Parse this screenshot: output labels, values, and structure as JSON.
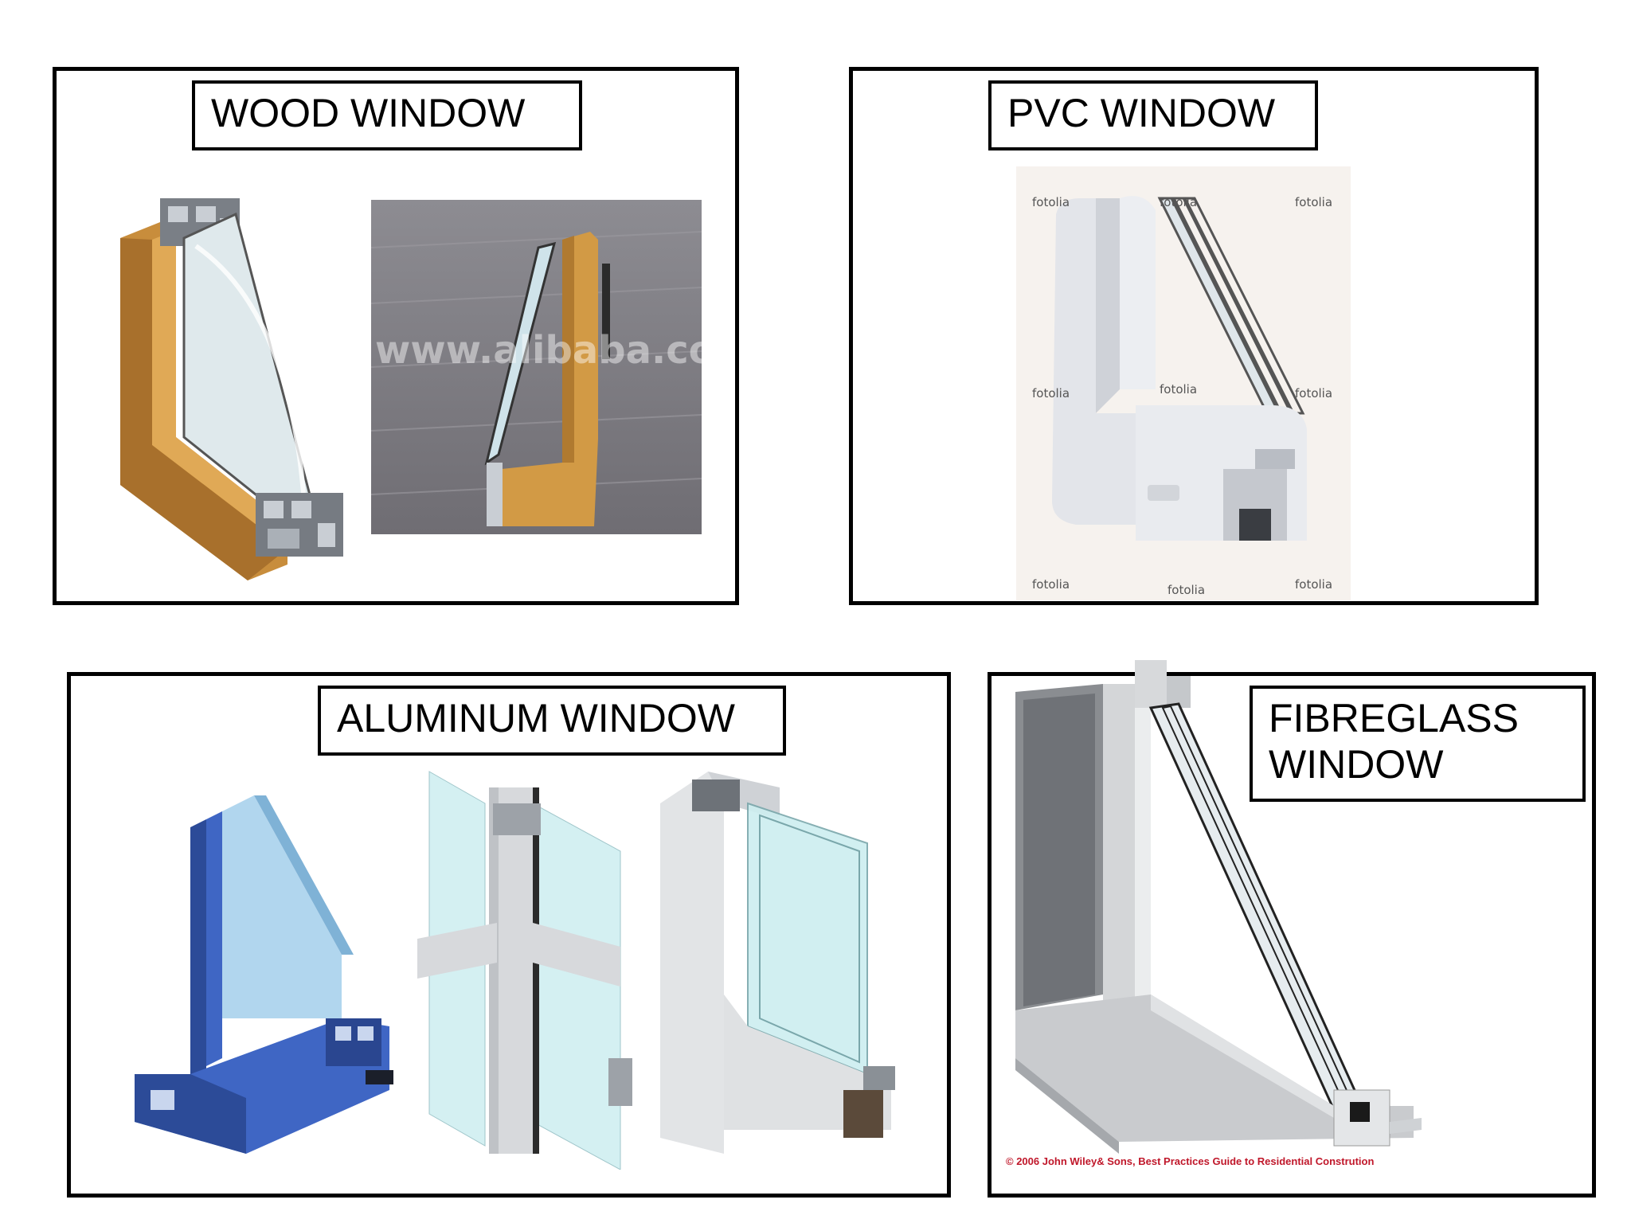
{
  "panels": {
    "wood": {
      "label": "WOOD WINDOW",
      "watermark": "www.alibaba.com"
    },
    "pvc": {
      "label": "PVC WINDOW",
      "watermark": "fotolia"
    },
    "aluminum": {
      "label": "ALUMINUM WINDOW"
    },
    "fibreglass": {
      "label": "FIBREGLASS\nWINDOW",
      "credit": "© 2006 John Wiley& Sons, Best Practices Guide to Residential Constrution"
    }
  },
  "colors": {
    "wood": "#c88d3c",
    "wood_dark": "#9a6424",
    "aluminum_blue": "#3f66c4",
    "glass": "#d8eef0",
    "credit_red": "#c0172a"
  }
}
